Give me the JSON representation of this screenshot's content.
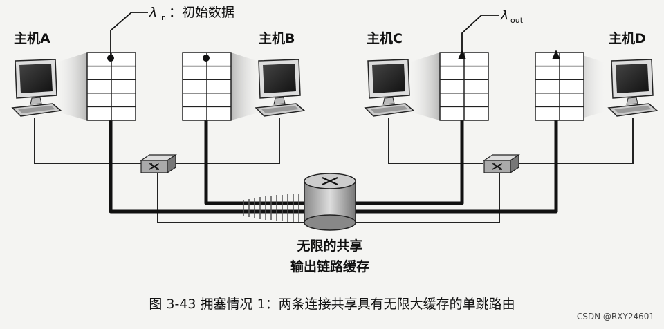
{
  "hosts": {
    "a": {
      "label": "主机A"
    },
    "b": {
      "label": "主机B"
    },
    "c": {
      "label": "主机C"
    },
    "d": {
      "label": "主机D"
    }
  },
  "lambda_in": {
    "symbol": "λ",
    "sub": "in",
    "text": "：初始数据"
  },
  "lambda_out": {
    "symbol": "λ",
    "sub": "out"
  },
  "router": {
    "line1": "无限的共享",
    "line2": "输出链路缓存"
  },
  "caption": "图 3-43    拥塞情况 1：两条连接共享具有无限大缓存的单跳路由",
  "watermark": "CSDN @RXY24601"
}
